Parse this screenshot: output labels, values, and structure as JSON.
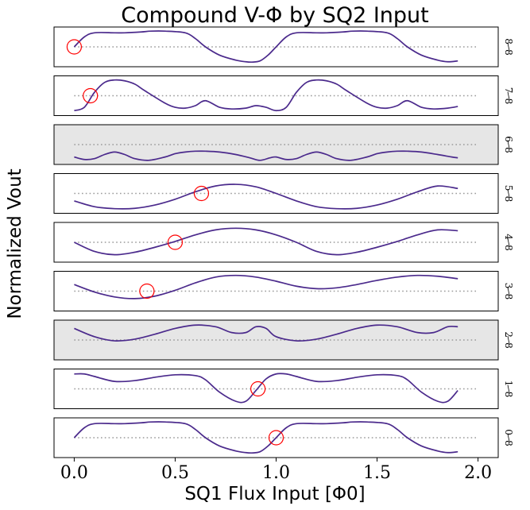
{
  "chart_data": {
    "type": "line",
    "title": "Compound V-Φ by SQ2 Input",
    "xlabel": "SQ1 Flux Input [Φ0]",
    "ylabel": "Normalized Vout",
    "xlim": [
      -0.1,
      2.1
    ],
    "ylim": [
      -1.2,
      1.2
    ],
    "xticks": [
      0.0,
      0.5,
      1.0,
      1.5,
      2.0
    ],
    "xtick_labels": [
      "0.0",
      "0.5",
      "1.0",
      "1.5",
      "2.0"
    ],
    "grid": false,
    "line_color": "#4b2a8c",
    "reference_line_color": "#9a9a9a",
    "marker_color": "#ff0000",
    "highlight_panel_color": "#e6e6e6",
    "panels": [
      {
        "label_num": "8",
        "label_den": "8",
        "shaded": false,
        "marker_x": 0.0,
        "marker_y": 0.0,
        "x": [
          0.0,
          0.05,
          0.1,
          0.2,
          0.25,
          0.33,
          0.38,
          0.45,
          0.55,
          0.6,
          0.65,
          0.72,
          0.8,
          0.85,
          0.88,
          0.92,
          0.96,
          1.0,
          1.05,
          1.1,
          1.2,
          1.25,
          1.33,
          1.38,
          1.45,
          1.55,
          1.6,
          1.65,
          1.72,
          1.8,
          1.85,
          1.9
        ],
        "y": [
          0.0,
          0.6,
          0.85,
          0.85,
          0.85,
          0.9,
          0.95,
          0.95,
          0.85,
          0.5,
          0.0,
          -0.5,
          -0.8,
          -0.9,
          -0.92,
          -0.85,
          -0.5,
          0.0,
          0.6,
          0.85,
          0.85,
          0.85,
          0.9,
          0.95,
          0.95,
          0.85,
          0.5,
          0.0,
          -0.5,
          -0.8,
          -0.9,
          -0.85
        ]
      },
      {
        "label_num": "7",
        "label_den": "8",
        "shaded": false,
        "marker_x": 0.08,
        "marker_y": 0.0,
        "x": [
          0.0,
          0.05,
          0.1,
          0.15,
          0.2,
          0.25,
          0.3,
          0.35,
          0.45,
          0.5,
          0.55,
          0.6,
          0.65,
          0.72,
          0.78,
          0.85,
          0.9,
          0.95,
          1.0,
          1.05,
          1.1,
          1.15,
          1.2,
          1.25,
          1.3,
          1.35,
          1.45,
          1.5,
          1.55,
          1.6,
          1.65,
          1.72,
          1.78,
          1.85,
          1.9
        ],
        "y": [
          -0.9,
          -0.7,
          0.2,
          0.8,
          0.95,
          0.9,
          0.7,
          0.3,
          -0.45,
          -0.7,
          -0.75,
          -0.6,
          -0.3,
          -0.7,
          -0.8,
          -0.75,
          -0.6,
          -0.7,
          -0.9,
          -0.7,
          0.2,
          0.8,
          0.95,
          0.9,
          0.7,
          0.3,
          -0.45,
          -0.7,
          -0.75,
          -0.6,
          -0.3,
          -0.7,
          -0.8,
          -0.75,
          -0.65
        ]
      },
      {
        "label_num": "6",
        "label_den": "8",
        "shaded": true,
        "marker_x": null,
        "marker_y": null,
        "x": [
          0.0,
          0.05,
          0.1,
          0.15,
          0.2,
          0.25,
          0.3,
          0.37,
          0.45,
          0.5,
          0.55,
          0.6,
          0.65,
          0.72,
          0.8,
          0.87,
          0.92,
          0.97,
          1.0,
          1.05,
          1.1,
          1.15,
          1.2,
          1.25,
          1.3,
          1.37,
          1.45,
          1.5,
          1.55,
          1.6,
          1.65,
          1.72,
          1.8,
          1.87,
          1.9
        ],
        "y": [
          -0.75,
          -0.9,
          -0.85,
          -0.6,
          -0.45,
          -0.6,
          -0.85,
          -0.95,
          -0.75,
          -0.55,
          -0.45,
          -0.4,
          -0.4,
          -0.45,
          -0.6,
          -0.8,
          -0.95,
          -0.8,
          -0.75,
          -0.9,
          -0.85,
          -0.6,
          -0.45,
          -0.6,
          -0.85,
          -0.95,
          -0.75,
          -0.55,
          -0.45,
          -0.4,
          -0.4,
          -0.45,
          -0.6,
          -0.75,
          -0.8
        ]
      },
      {
        "label_num": "5",
        "label_den": "8",
        "shaded": false,
        "marker_x": 0.63,
        "marker_y": 0.0,
        "x": [
          0.0,
          0.1,
          0.2,
          0.3,
          0.4,
          0.5,
          0.6,
          0.7,
          0.8,
          0.9,
          1.0,
          1.1,
          1.2,
          1.3,
          1.4,
          1.5,
          1.6,
          1.7,
          1.8,
          1.9
        ],
        "y": [
          -0.45,
          -0.8,
          -0.92,
          -0.9,
          -0.7,
          -0.35,
          0.1,
          0.45,
          0.55,
          0.4,
          0.0,
          -0.45,
          -0.8,
          -0.92,
          -0.9,
          -0.7,
          -0.35,
          0.1,
          0.45,
          0.3
        ]
      },
      {
        "label_num": "4",
        "label_den": "8",
        "shaded": false,
        "marker_x": 0.5,
        "marker_y": 0.0,
        "x": [
          0.0,
          0.1,
          0.2,
          0.3,
          0.4,
          0.5,
          0.6,
          0.7,
          0.8,
          0.9,
          1.0,
          1.1,
          1.2,
          1.3,
          1.4,
          1.5,
          1.6,
          1.7,
          1.8,
          1.9
        ],
        "y": [
          0.0,
          -0.55,
          -0.75,
          -0.6,
          -0.3,
          0.05,
          0.45,
          0.75,
          0.85,
          0.75,
          0.45,
          0.0,
          -0.55,
          -0.75,
          -0.6,
          -0.3,
          0.05,
          0.45,
          0.75,
          0.7
        ]
      },
      {
        "label_num": "3",
        "label_den": "8",
        "shaded": false,
        "marker_x": 0.36,
        "marker_y": 0.0,
        "x": [
          0.0,
          0.1,
          0.2,
          0.3,
          0.4,
          0.5,
          0.6,
          0.7,
          0.8,
          0.9,
          1.0,
          1.1,
          1.2,
          1.3,
          1.4,
          1.5,
          1.6,
          1.7,
          1.8,
          1.9
        ],
        "y": [
          0.4,
          -0.05,
          -0.35,
          -0.45,
          -0.3,
          0.05,
          0.5,
          0.85,
          0.95,
          0.85,
          0.6,
          0.3,
          0.15,
          0.2,
          0.4,
          0.65,
          0.85,
          0.95,
          0.9,
          0.75
        ]
      },
      {
        "label_num": "2",
        "label_den": "8",
        "shaded": true,
        "marker_x": null,
        "marker_y": null,
        "x": [
          0.0,
          0.1,
          0.2,
          0.3,
          0.4,
          0.5,
          0.6,
          0.7,
          0.78,
          0.85,
          0.9,
          0.95,
          1.0,
          1.1,
          1.2,
          1.3,
          1.4,
          1.5,
          1.6,
          1.7,
          1.78,
          1.85,
          1.9
        ],
        "y": [
          0.7,
          0.2,
          -0.05,
          0.05,
          0.35,
          0.7,
          0.9,
          0.8,
          0.45,
          0.45,
          0.8,
          0.7,
          0.2,
          -0.05,
          0.05,
          0.35,
          0.7,
          0.9,
          0.8,
          0.45,
          0.45,
          0.8,
          0.8
        ]
      },
      {
        "label_num": "1",
        "label_den": "8",
        "shaded": false,
        "marker_x": 0.91,
        "marker_y": 0.0,
        "x": [
          0.0,
          0.05,
          0.1,
          0.2,
          0.3,
          0.4,
          0.5,
          0.6,
          0.65,
          0.72,
          0.8,
          0.85,
          0.9,
          0.95,
          1.0,
          1.05,
          1.1,
          1.2,
          1.3,
          1.4,
          1.5,
          1.6,
          1.65,
          1.72,
          1.8,
          1.85,
          1.9
        ],
        "y": [
          0.9,
          0.9,
          0.75,
          0.45,
          0.5,
          0.7,
          0.85,
          0.8,
          0.55,
          -0.2,
          -0.75,
          -0.75,
          -0.1,
          0.6,
          0.9,
          0.9,
          0.75,
          0.45,
          0.5,
          0.7,
          0.85,
          0.8,
          0.55,
          -0.2,
          -0.75,
          -0.75,
          -0.1
        ]
      },
      {
        "label_num": "0",
        "label_den": "8",
        "shaded": false,
        "marker_x": 1.0,
        "marker_y": 0.0,
        "x": [
          0.0,
          0.05,
          0.1,
          0.2,
          0.25,
          0.33,
          0.38,
          0.45,
          0.55,
          0.6,
          0.65,
          0.72,
          0.8,
          0.85,
          0.88,
          0.92,
          0.96,
          1.0,
          1.05,
          1.1,
          1.2,
          1.25,
          1.33,
          1.38,
          1.45,
          1.55,
          1.6,
          1.65,
          1.72,
          1.8,
          1.85,
          1.9
        ],
        "y": [
          0.0,
          0.6,
          0.85,
          0.85,
          0.85,
          0.9,
          0.95,
          0.95,
          0.85,
          0.5,
          0.0,
          -0.5,
          -0.8,
          -0.9,
          -0.92,
          -0.85,
          -0.5,
          0.0,
          0.6,
          0.85,
          0.85,
          0.85,
          0.9,
          0.95,
          0.95,
          0.85,
          0.5,
          0.0,
          -0.5,
          -0.8,
          -0.9,
          -0.85
        ]
      }
    ]
  }
}
